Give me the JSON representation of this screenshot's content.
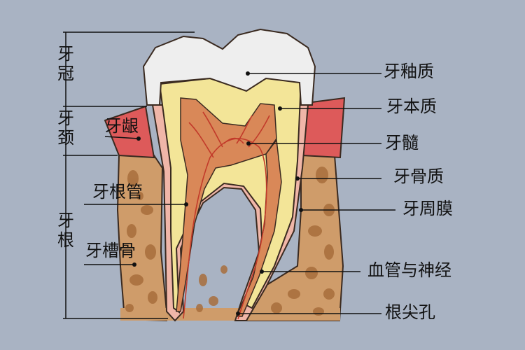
{
  "labels": {
    "crown": "牙\n冠",
    "neck": "牙\n颈",
    "root": "牙\n根",
    "gingiva": "牙龈",
    "root_canal": "牙根管",
    "alveolar_bone": "牙槽骨",
    "enamel": "牙釉质",
    "dentin": "牙本质",
    "pulp": "牙髓",
    "cementum": "牙骨质",
    "periodontal_membrane": "牙周膜",
    "vessels_nerves": "血管与神经",
    "apical_foramen": "根尖孔"
  },
  "colors": {
    "background": "#a9b3c3",
    "bone": "#cf9c6a",
    "bone_spots": "#a86e3c",
    "gum": "#dd5a5a",
    "enamel": "#eeeeee",
    "dentin": "#f3e598",
    "cementum": "#f0b6a8",
    "pulp": "#d98858",
    "vessels": "#c23a2a",
    "outline": "#3a2a20"
  }
}
